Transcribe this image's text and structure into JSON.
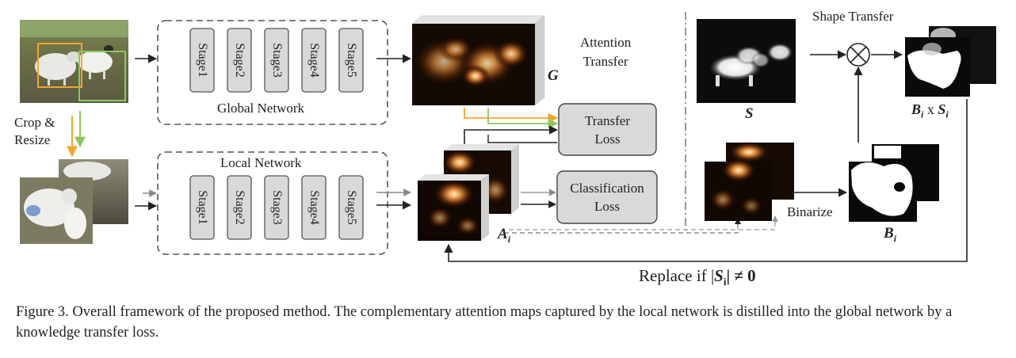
{
  "global_network": {
    "title": "Global Network",
    "stages": [
      "Stage1",
      "Stage2",
      "Stage3",
      "Stage4",
      "Stage5"
    ]
  },
  "local_network": {
    "title": "Local Network",
    "stages": [
      "Stage1",
      "Stage2",
      "Stage3",
      "Stage4",
      "Stage5"
    ]
  },
  "labels": {
    "crop_resize": "Crop &\nResize",
    "attention_transfer": "Attention\nTransfer",
    "G": "G",
    "transfer_loss": "Transfer\nLoss",
    "classification_loss": "Classification\nLoss",
    "A_main": "A",
    "A_sub": "i",
    "shape_transfer": "Shape Transfer",
    "S": "S",
    "product_B": "B",
    "product_B_sub": "i",
    "product_x": " x ",
    "product_S": "S",
    "product_S_sub": "i",
    "binarize": "Binarize",
    "B_main": "B",
    "B_sub": "i",
    "replace_prefix": "Replace if |",
    "replace_S": "S",
    "replace_sub": "i",
    "replace_suffix": "| ≠ 0"
  },
  "caption": "Figure 3. Overall framework of the proposed method. The complementary attention maps captured by the local network is distilled into the global network by a knowledge transfer loss.",
  "colors": {
    "orange_arrow": "#f4a52b",
    "green_arrow": "#8cc860",
    "box_fill": "#d9d9d9",
    "dashed_line": "#8a8a8a",
    "heat_low": "#1a0d04",
    "heat_high": "#f6c98a"
  }
}
